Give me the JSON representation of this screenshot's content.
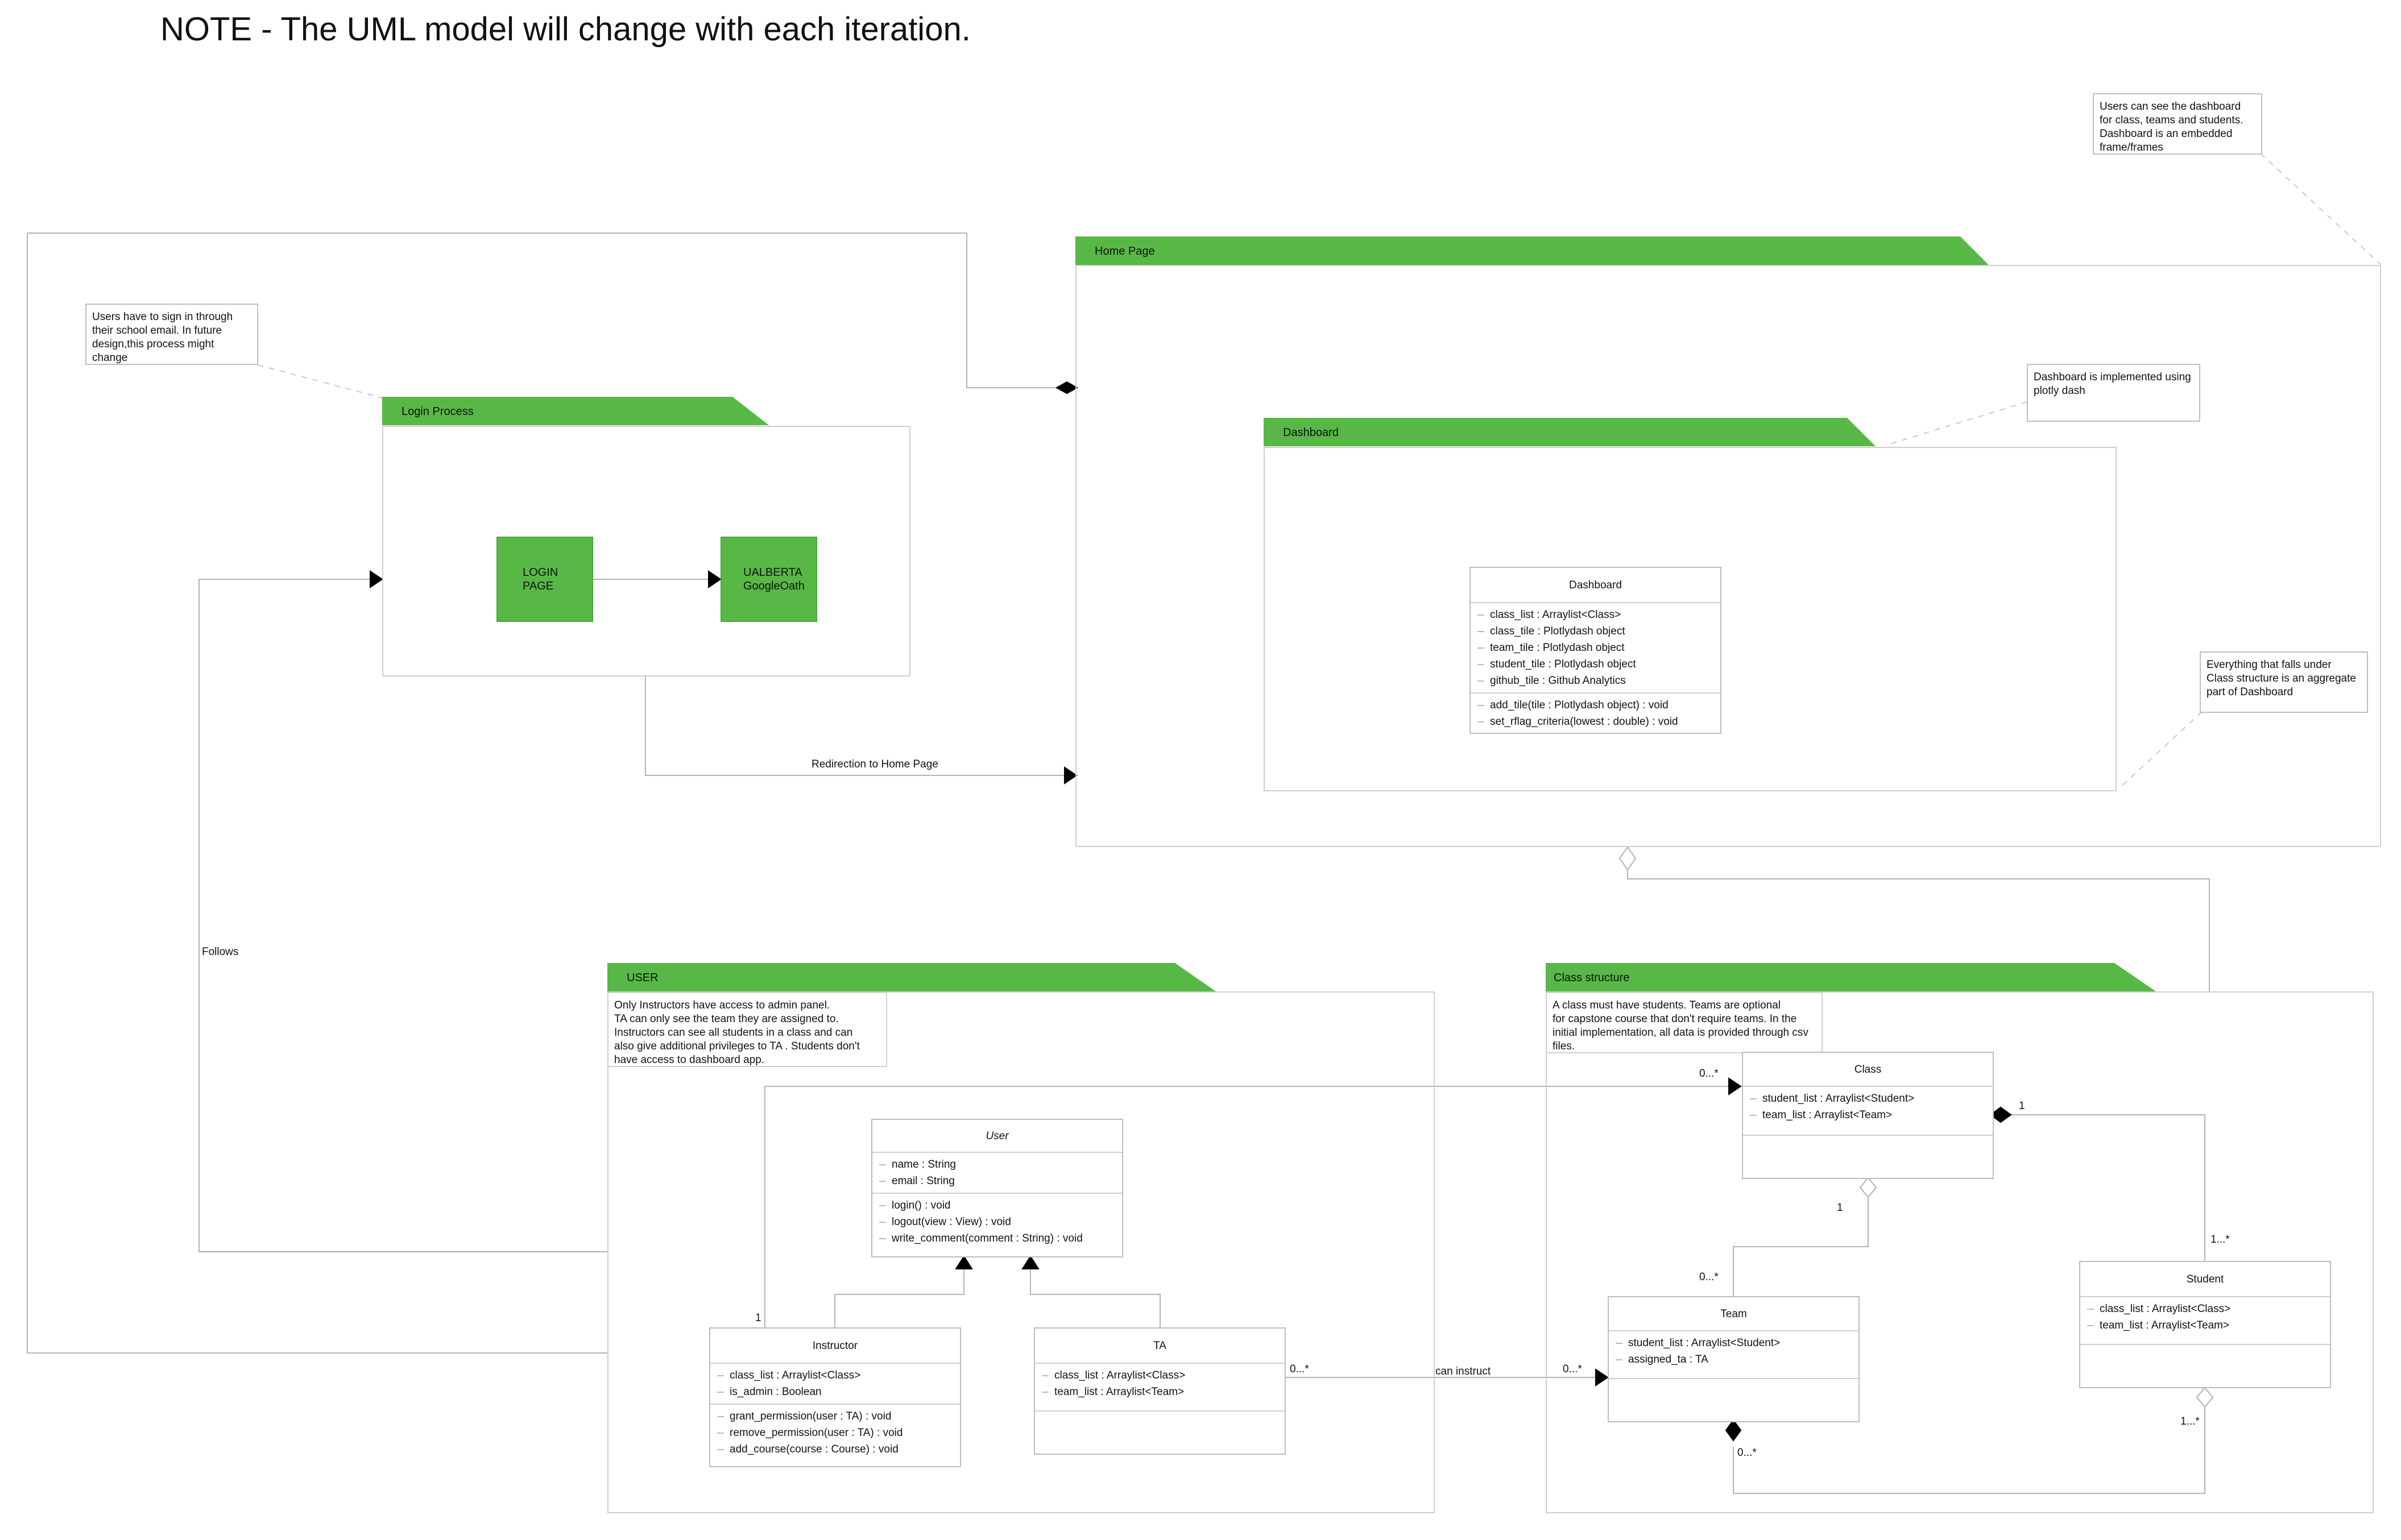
{
  "heading": "NOTE - The UML model will change with each iteration.",
  "notes": {
    "dashboard_view": "Users can see the dashboard\nfor class, teams and students.\nDashboard is an embedded\nframe/frames",
    "sign_in": "Users have to sign in through\ntheir school email. In future\ndesign,this process might change",
    "plotly": "Dashboard is implemented using\nplotly dash",
    "aggregate": "Everything that falls under\nClass structure is an aggregate\npart of Dashboard",
    "user_access": "Only Instructors have access to admin panel.\nTA can only see the team they are assigned to.\nInstructors can see all students in a class and can\nalso give additional privileges to TA . Students don't\nhave access to dashboard app.",
    "class_structure": "A class must have students. Teams are optional\nfor capstone course that don't require teams. In the\ninitial implementation, all data is provided through csv\nfiles."
  },
  "packages": {
    "home": "Home Page",
    "dashboard": "Dashboard",
    "login": "Login Process",
    "user": "USER",
    "class_structure": "Class structure"
  },
  "login_boxes": {
    "login_page": "LOGIN\nPAGE",
    "oauth": "UALBERTA\nGoogleOath"
  },
  "classes": {
    "dashboard": {
      "name": "Dashboard",
      "attributes": [
        "class_list : Arraylist<Class>",
        "class_tile : Plotlydash object",
        "team_tile : Plotlydash object",
        "student_tile : Plotlydash object",
        "github_tile : Github Analytics"
      ],
      "methods": [
        "add_tile(tile : Plotlydash object) : void",
        "set_rflag_criteria(lowest : double) : void"
      ]
    },
    "user": {
      "name": "User",
      "attributes": [
        "name : String",
        "email : String"
      ],
      "methods": [
        "login() : void",
        "logout(view : View) : void",
        "write_comment(comment : String) : void"
      ]
    },
    "instructor": {
      "name": "Instructor",
      "attributes": [
        "class_list : Arraylist<Class>",
        "is_admin : Boolean"
      ],
      "methods": [
        "grant_permission(user : TA) : void",
        "remove_permission(user : TA) : void",
        "add_course(course : Course) : void"
      ]
    },
    "ta": {
      "name": "TA",
      "attributes": [
        "class_list : Arraylist<Class>",
        "team_list : Arraylist<Team>"
      ],
      "methods": []
    },
    "class": {
      "name": "Class",
      "attributes": [
        "student_list : Arraylist<Student>",
        "team_list : Arraylist<Team>"
      ],
      "methods": []
    },
    "team": {
      "name": "Team",
      "attributes": [
        "student_list : Arraylist<Student>",
        "assigned_ta : TA"
      ],
      "methods": []
    },
    "student": {
      "name": "Student",
      "attributes": [
        "class_list : Arraylist<Class>",
        "team_list : Arraylist<Team>"
      ],
      "methods": []
    }
  },
  "edge_labels": {
    "redirection": "Redirection to Home Page",
    "follows": "Follows",
    "can_instruct": "can instruct"
  },
  "multiplicities": {
    "instructor_class_a": "1",
    "instructor_class_b": "0...*",
    "class_student": "1",
    "student_class": "1...*",
    "class_team": "1",
    "team_class": "0...*",
    "ta_team_a": "0...*",
    "ta_team_b": "0...*",
    "team_student_a": "0...*",
    "team_student_b": "1...*"
  },
  "colors": {
    "package_tab": "#57b846",
    "lines": "#b0b0b0",
    "border": "#cfcfcf"
  }
}
